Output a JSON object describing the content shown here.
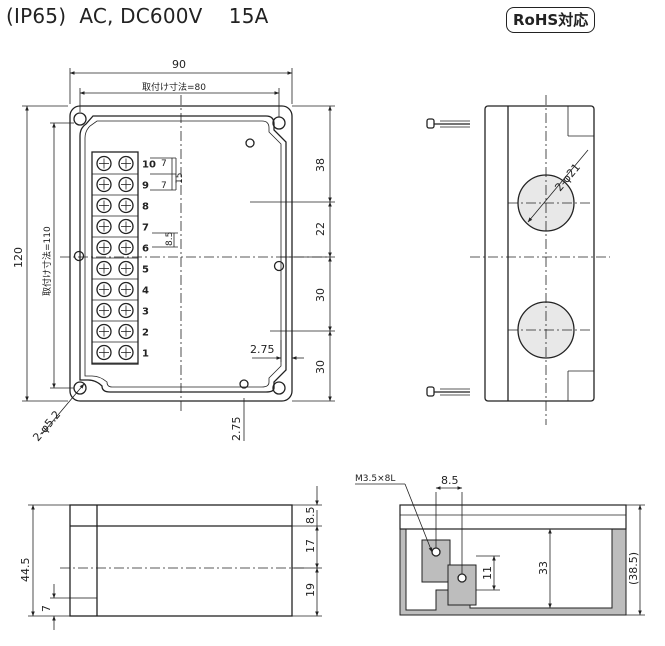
{
  "header": {
    "title": "(IP65)  AC, DC600V    15A",
    "badge": "RoHS対応"
  },
  "front_view": {
    "dim_width": "90",
    "dim_mount_width": "取付け寸法=80",
    "dim_height": "120",
    "dim_mount_height": "取付け寸法=110",
    "dim_right": [
      "38",
      "22",
      "30",
      "30"
    ],
    "dim_pitch": [
      "7",
      "15",
      "7",
      "8.5"
    ],
    "dim_margin": "2.75",
    "dim_margin_bottom": "2.75",
    "dim_holes": "2-φ5.2",
    "terminal_numbers": [
      "10",
      "9",
      "8",
      "7",
      "6",
      "5",
      "4",
      "3",
      "2",
      "1"
    ]
  },
  "side_view": {
    "dim_knockout": "2-φ21"
  },
  "bottom_view": {
    "dim_total": "44.5",
    "dim_right": [
      "8.5",
      "17",
      "19"
    ],
    "dim_left": "7"
  },
  "section_view": {
    "screw_label": "M3.5×8L",
    "dim_pitch": "8.5",
    "dim_height": "33",
    "dim_height_ref": "(38.5)",
    "dim_terminal": "11"
  },
  "colors": {
    "line": "#222222",
    "background": "#ffffff",
    "housing_gray": "#bdbdbd",
    "knockout_gray": "#e8e8e8"
  }
}
